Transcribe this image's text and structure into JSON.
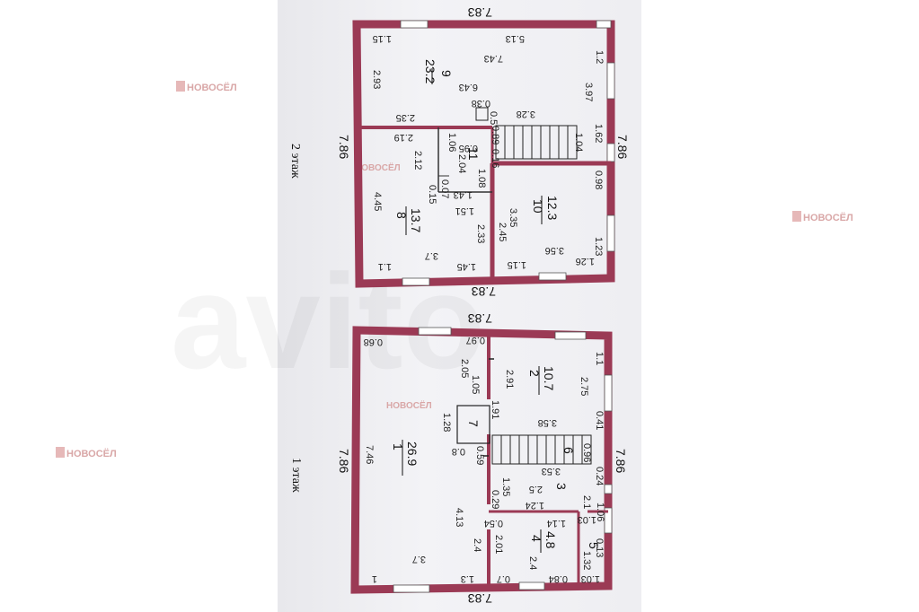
{
  "watermarks": {
    "brand": "НОВОСЁЛ",
    "avito": "avito"
  },
  "upper_floor": {
    "label": "2 этаж",
    "dims": {
      "top": "7.83",
      "bottom": "7.83",
      "left": "7.86",
      "right": "7.86",
      "d_1_15": "1.15",
      "d_5_13": "5.13",
      "d_1_2": "1.2",
      "d_7_43": "7.43",
      "d_2_93": "2.93",
      "d_6_43": "6.43",
      "d_0_38": "0.38",
      "d_0_5": "0.5",
      "d_3_28": "3.28",
      "d_3_97": "3.97",
      "d_2_35": "2.35",
      "d_2_19": "2.19",
      "d_1_06": "1.06",
      "d_0_95": "0.95",
      "d_0_89": "0.89",
      "d_0_16": "0.16",
      "d_1_62": "1.62",
      "d_1_04": "1.04",
      "d_2_12": "2.12",
      "d_2_04": "2.04",
      "d_4_45": "4.45",
      "d_0_07": "0.07",
      "d_1_43": "1.43",
      "d_1_08": "1.08",
      "d_0_15": "0.15",
      "d_1_51": "1.51",
      "d_0_98": "0.98",
      "d_3_35": "3.35",
      "d_2_33": "2.33",
      "d_2_45": "2.45",
      "d_3_7": "3.7",
      "d_3_56": "3.56",
      "d_1_23": "1.23",
      "d_1_1": "1.1",
      "d_1_45": "1.45",
      "d_1_15b": "1.15",
      "d_1_26": "1.26"
    },
    "rooms": [
      {
        "num": "9",
        "area": "23.2"
      },
      {
        "num": "8",
        "area": "13.7"
      },
      {
        "num": "10",
        "area": "12.3"
      },
      {
        "num": "11",
        "area": ""
      }
    ]
  },
  "lower_floor": {
    "label": "1 этаж",
    "dims": {
      "top": "7.83",
      "bottom": "7.83",
      "left": "7.86",
      "right": "7.86",
      "d_0_68": "0.68",
      "d_0_97": "0.97",
      "d_1_1": "1.1",
      "d_2_05": "2.05",
      "d_2_91": "2.91",
      "d_2_75": "2.75",
      "d_1_05": "1.05",
      "d_1_91": "1.91",
      "d_1_28": "1.28",
      "d_3_58": "3.58",
      "d_0_41": "0.41",
      "d_7_46": "7.46",
      "d_0_8": "0.8",
      "d_0_59": "0.59",
      "d_0_96": "0.96",
      "d_3_53": "3.53",
      "d_0_24": "0.24",
      "d_1_35": "1.35",
      "d_2_5": "2.5",
      "d_2_1": "2.1",
      "d_0_29": "0.29",
      "d_1_24": "1.24",
      "d_1_06": "1.06",
      "d_4_13": "4.13",
      "d_0_54": "0.54",
      "d_1_14": "1.14",
      "d_1_03": "1.03",
      "d_2_01": "2.01",
      "d_0_13": "0.13",
      "d_2_4": "2.4",
      "d_2_4b": "2.4",
      "d_1_32": "1.32",
      "d_3_7": "3.7",
      "d_1": "1",
      "d_1_3": "1.3",
      "d_0_7": "0.7",
      "d_0_84": "0.84",
      "d_1_03b": "1.03"
    },
    "rooms": [
      {
        "num": "1",
        "area": "26.9"
      },
      {
        "num": "2",
        "area": "10.7"
      },
      {
        "num": "3",
        "area": ""
      },
      {
        "num": "4",
        "area": "4.8"
      },
      {
        "num": "5",
        "area": ""
      },
      {
        "num": "6",
        "area": ""
      },
      {
        "num": "7",
        "area": ""
      }
    ]
  },
  "colors": {
    "wall": "#9b3a55",
    "window": "#ffffff",
    "line": "#222222"
  }
}
